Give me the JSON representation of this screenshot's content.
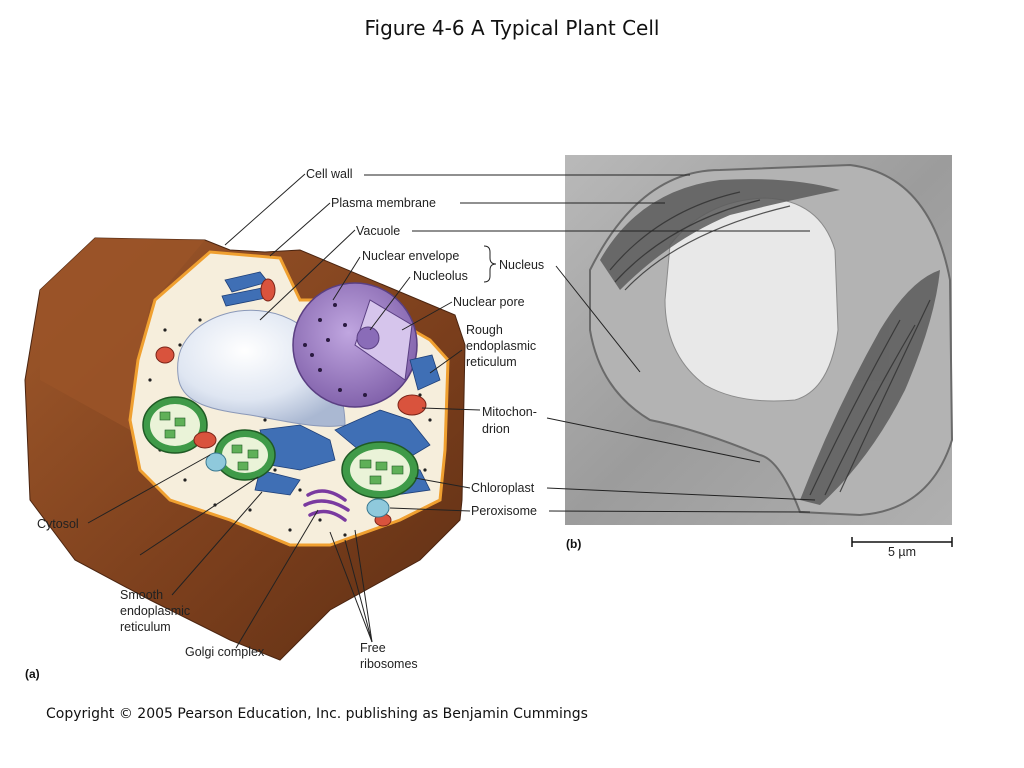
{
  "title": "Figure 4-6 A Typical Plant Cell",
  "copyright": "Copyright © 2005 Pearson Education, Inc. publishing as Benjamin Cummings",
  "labels": {
    "cell_wall": "Cell wall",
    "plasma_membrane": "Plasma membrane",
    "vacuole": "Vacuole",
    "nuclear_envelope": "Nuclear envelope",
    "nucleolus": "Nucleolus",
    "nucleus": "Nucleus",
    "nuclear_pore": "Nuclear pore",
    "rough_er_1": "Rough",
    "rough_er_2": "endoplasmic",
    "rough_er_3": "reticulum",
    "mito_1": "Mitochon-",
    "mito_2": "drion",
    "chloroplast": "Chloroplast",
    "peroxisome": "Peroxisome",
    "cytosol": "Cytosol",
    "smooth_er_1": "Smooth",
    "smooth_er_2": "endoplasmic",
    "smooth_er_3": "reticulum",
    "golgi": "Golgi complex",
    "free_ribo_1": "Free",
    "free_ribo_2": "ribosomes"
  },
  "panel_a": "(a)",
  "panel_b": "(b)",
  "scale_bar": "5 µm",
  "colors": {
    "wall": "#8a4a22",
    "cytoplasm": "#f6eedc",
    "membrane": "#f0a030",
    "vacuole": "#dfe6f2",
    "nucleus": "#9b7cc0",
    "er": "#3f6fb5",
    "chloroplast": "#3f9a48",
    "mitochondrion": "#d9533d",
    "golgi": "#7a3aa0",
    "micrograph": "#9a9a9a"
  }
}
